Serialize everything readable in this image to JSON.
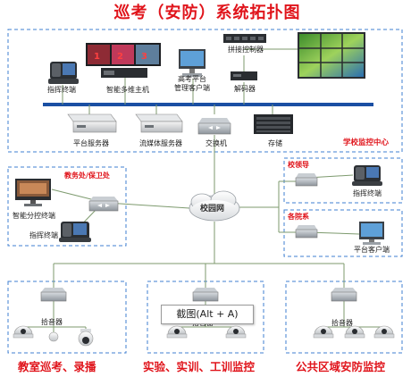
{
  "title": "巡考（安防）系统拓扑图",
  "central": {
    "label": "学校监控中心",
    "devices": {
      "command_terminal": "指挥终端",
      "smart_host": "智能多维主机",
      "exam_client": [
        "高考平台",
        "管理客户端"
      ],
      "splice_controller": "拼接控制器",
      "decoder": "解码器",
      "platform_server": "平台服务器",
      "stream_server": "流媒体服务器",
      "switch": "交换机",
      "storage": "存储"
    }
  },
  "network": {
    "label": "校园网"
  },
  "left_box": {
    "label": "教务处/保卫处",
    "devices": {
      "smart_control": "智能分控终端",
      "command_terminal": "指挥终端"
    }
  },
  "leader_box": {
    "label": "校领导",
    "device": "指挥终端"
  },
  "dept_box": {
    "label": "各院系",
    "device": "平台客户端"
  },
  "bottom": {
    "pickup": "拾音器",
    "captions": [
      "教室巡考、录播",
      "实验、实训、工训监控",
      "公共区域安防监控"
    ]
  },
  "tooltip": "截图(Alt + A)",
  "colors": {
    "accent_red": "#e0141b",
    "dash_blue": "#3f7fd0",
    "bus_blue": "#1a4fa3"
  }
}
